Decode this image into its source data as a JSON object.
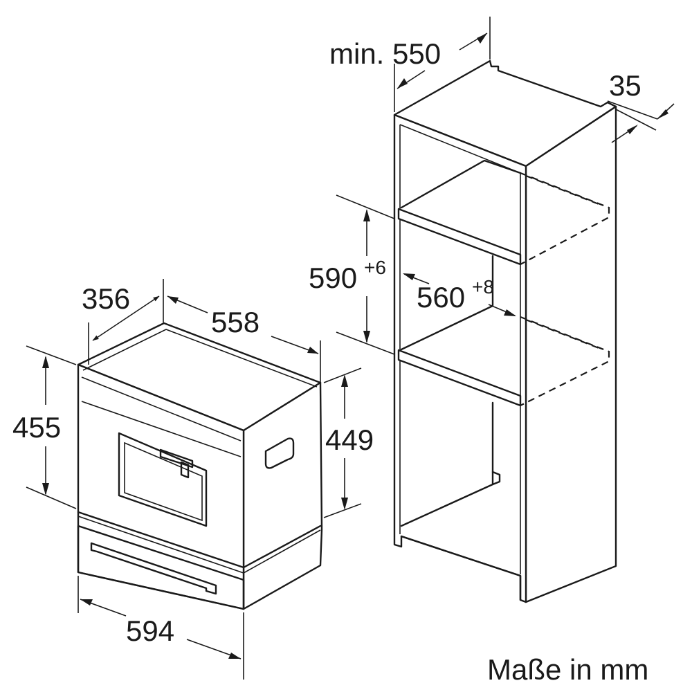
{
  "appliance": {
    "depth_label": "356",
    "width_top_label": "558",
    "height_front_label": "455",
    "height_side_label": "449",
    "width_front_label": "594"
  },
  "cabinet": {
    "depth_label": "min. 550",
    "panel_label": "35",
    "niche_height_label": "590",
    "niche_height_tolerance": "+6",
    "niche_width_label": "560",
    "niche_width_tolerance": "+8"
  },
  "units_note": "Maße in mm"
}
